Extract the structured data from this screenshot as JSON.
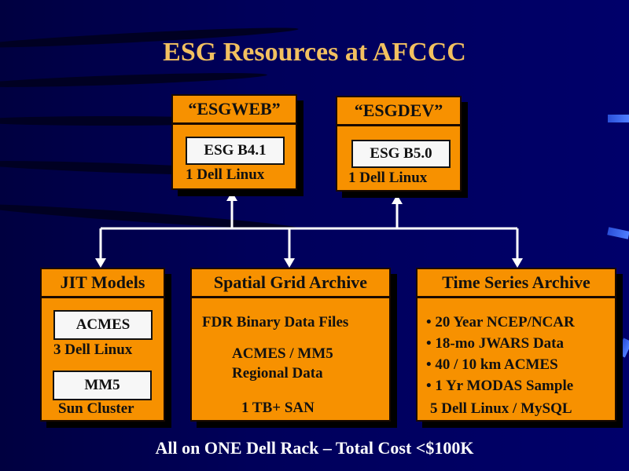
{
  "title": "ESG Resources at AFCCC",
  "servers": [
    {
      "name": "“ESGWEB”",
      "software": "ESG B4.1",
      "hardware": "1 Dell Linux"
    },
    {
      "name": "“ESGDEV”",
      "software": "ESG B5.0",
      "hardware": "1 Dell Linux"
    }
  ],
  "jit": {
    "title": "JIT Models",
    "model1": "ACMES",
    "hw1": "3 Dell Linux",
    "model2": "MM5",
    "hw2": "Sun Cluster"
  },
  "spatial": {
    "title": "Spatial Grid Archive",
    "line1": "FDR Binary Data Files",
    "line2": "ACMES / MM5",
    "line3": "Regional Data",
    "line4": "1 TB+ SAN"
  },
  "timeseries": {
    "title": "Time Series Archive",
    "items": [
      "• 20 Year NCEP/NCAR",
      "• 18-mo JWARS Data",
      "• 40 / 10 km ACMES",
      "• 1 Yr MODAS Sample"
    ],
    "footer": "5 Dell Linux / MySQL"
  },
  "footer": "All on ONE Dell Rack – Total Cost <$100K",
  "colors": {
    "box": "#f79100",
    "title": "#f2c060",
    "background": "#00005e"
  }
}
